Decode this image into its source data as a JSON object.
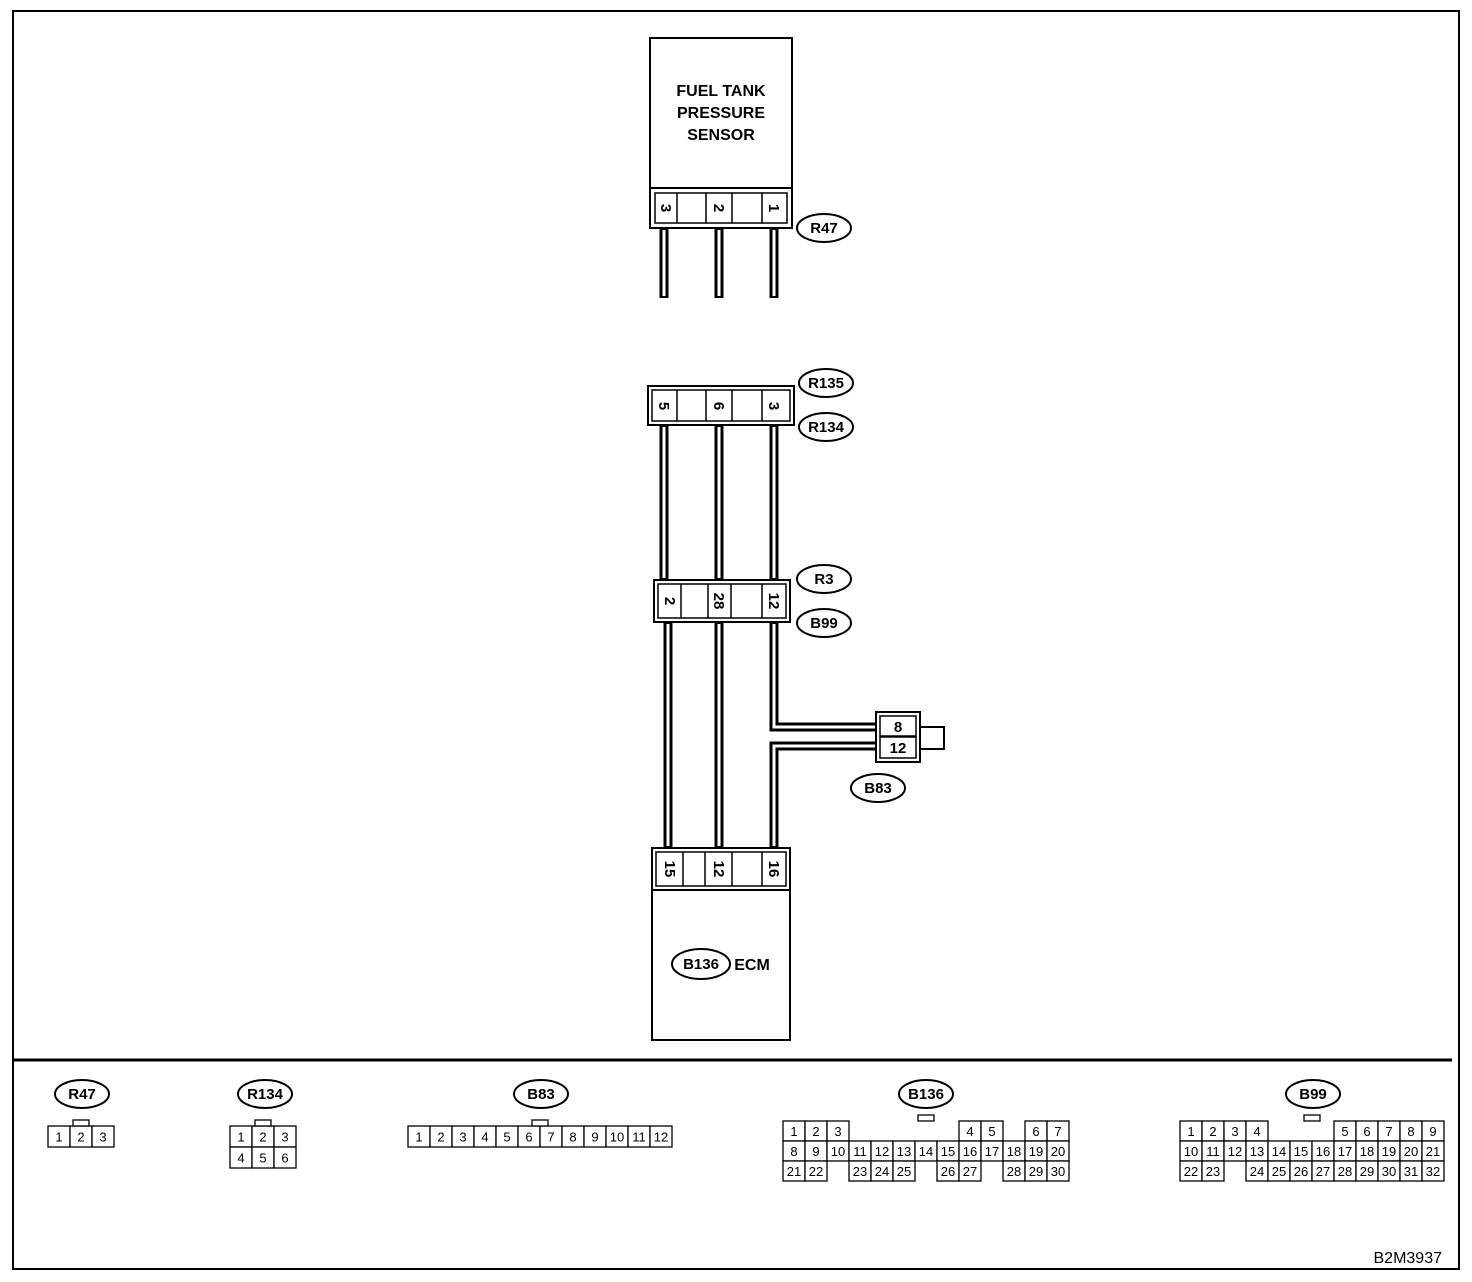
{
  "sensor": {
    "title_lines": [
      "FUEL TANK",
      "PRESSURE",
      "SENSOR"
    ],
    "connector": "R47",
    "pins": [
      "3",
      "2",
      "1"
    ]
  },
  "joint_connector": {
    "upper": "R135",
    "lower": "R134",
    "pins": [
      "5",
      "6",
      "3"
    ]
  },
  "harness_connector": {
    "upper": "R3",
    "lower": "B99",
    "pins": [
      "2",
      "28",
      "12"
    ]
  },
  "joint_b83": {
    "label": "B83",
    "pins": [
      "8",
      "12"
    ]
  },
  "ecm": {
    "connector": "B136",
    "label": "ECM",
    "pins": [
      "15",
      "12",
      "16"
    ]
  },
  "connector_views": [
    {
      "label": "R47",
      "rows": [
        [
          "1",
          "2",
          "3"
        ]
      ]
    },
    {
      "label": "R134",
      "rows": [
        [
          "1",
          "2",
          "3"
        ],
        [
          "4",
          "5",
          "6"
        ]
      ]
    },
    {
      "label": "B83",
      "rows": [
        [
          "1",
          "2",
          "3",
          "4",
          "5",
          "6",
          "7",
          "8",
          "9",
          "10",
          "11",
          "12"
        ]
      ]
    },
    {
      "label": "B136",
      "rows": [
        [
          "1",
          "2",
          "3",
          "",
          "",
          "",
          "",
          "",
          "4",
          "5",
          "",
          "6",
          "7"
        ],
        [
          "8",
          "9",
          "10",
          "11",
          "12",
          "13",
          "14",
          "15",
          "16",
          "17",
          "18",
          "19",
          "20"
        ],
        [
          "21",
          "22",
          "",
          "23",
          "24",
          "25",
          "",
          "26",
          "27",
          "",
          "28",
          "29",
          "30"
        ]
      ]
    },
    {
      "label": "B99",
      "rows": [
        [
          "1",
          "2",
          "3",
          "4",
          "",
          "",
          "",
          "5",
          "6",
          "7",
          "8",
          "9"
        ],
        [
          "10",
          "11",
          "12",
          "13",
          "14",
          "15",
          "16",
          "17",
          "18",
          "19",
          "20",
          "21"
        ],
        [
          "22",
          "23",
          "",
          "24",
          "25",
          "26",
          "27",
          "28",
          "29",
          "30",
          "31",
          "32"
        ]
      ]
    }
  ],
  "drawing_code": "B2M3937"
}
